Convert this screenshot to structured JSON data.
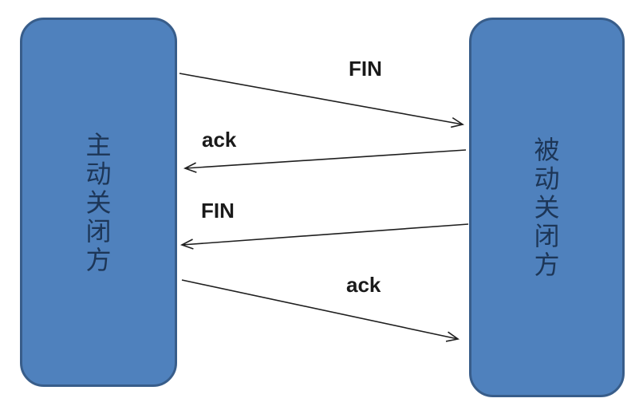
{
  "diagram": {
    "type": "sequence-diagram",
    "topic": "TCP four-way close",
    "left_node": {
      "label": "主动关闭方"
    },
    "right_node": {
      "label": "被动关闭方"
    },
    "messages": [
      {
        "label": "FIN",
        "from": "left_node",
        "to": "right_node",
        "direction": "right"
      },
      {
        "label": "ack",
        "from": "right_node",
        "to": "left_node",
        "direction": "left"
      },
      {
        "label": "FIN",
        "from": "right_node",
        "to": "left_node",
        "direction": "left"
      },
      {
        "label": "ack",
        "from": "left_node",
        "to": "right_node",
        "direction": "right"
      }
    ],
    "colors": {
      "node_fill": "#4f81bd",
      "node_border": "#385d8a",
      "node_text": "#1d3657",
      "arrow": "#1f1f1f",
      "background": "#ffffff"
    }
  }
}
